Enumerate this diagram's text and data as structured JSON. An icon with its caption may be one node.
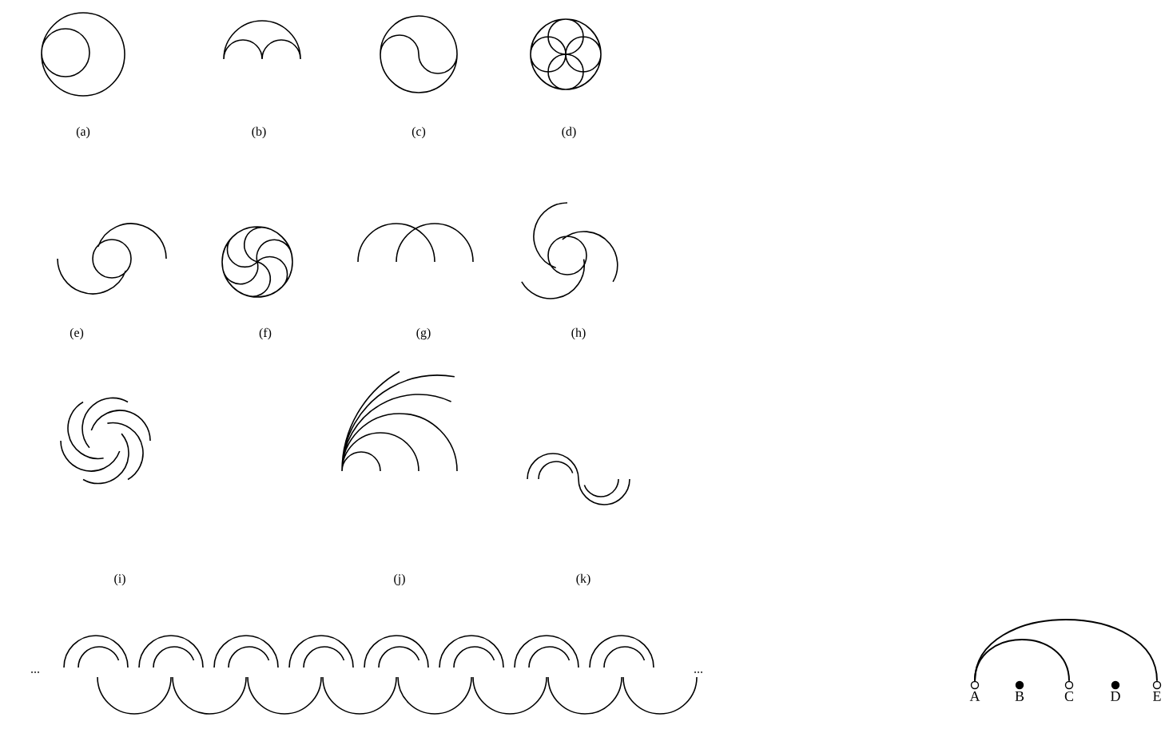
{
  "diagram": {
    "nodes": [
      {
        "text": [
          "A"
        ]
      },
      {
        "text": [
          "B"
        ]
      },
      {
        "text": [
          "C"
        ]
      },
      {
        "text": [
          "D"
        ]
      },
      {
        "text": [
          "E"
        ]
      }
    ],
    "edges": [
      {
        "from": 0,
        "to": 2,
        "arrow": "none"
      },
      {
        "from": 0,
        "to": 4,
        "arrow": "none"
      }
    ],
    "labels": [
      "(a)",
      "(b)",
      "(c)",
      "(d)",
      "(e)",
      "(f)",
      "(g)",
      "(h)",
      "(i)",
      "(j)",
      "(k)",
      "...",
      "..."
    ]
  }
}
